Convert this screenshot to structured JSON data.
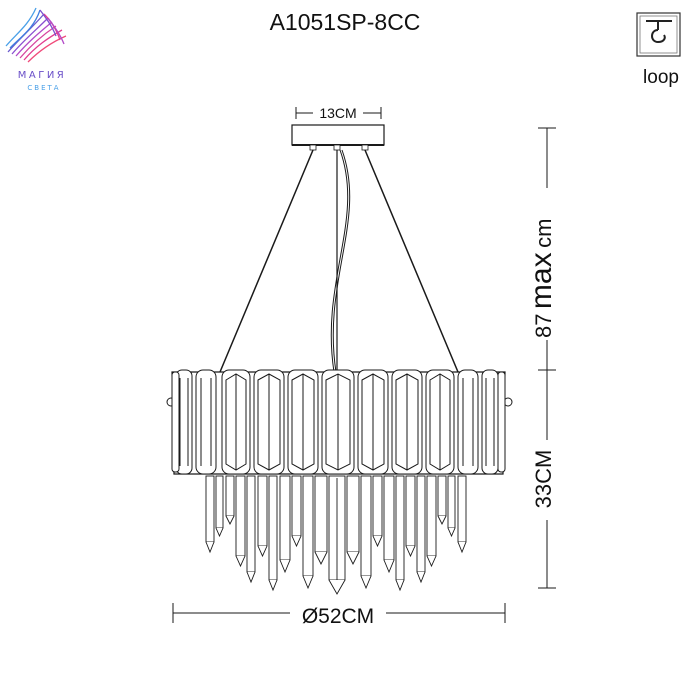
{
  "title": "A1051SP-8CC",
  "brand": {
    "name": "МАГИЯ",
    "sub": "СВЕТА"
  },
  "mount": {
    "label": "loop",
    "icon": "hook-loop-icon"
  },
  "dimensions": {
    "canopy_width": "13CM",
    "drop_height": "87 max cm",
    "drop_number": "87",
    "drop_max": "max",
    "drop_unit": "cm",
    "body_height": "33CM",
    "diameter": "Ø52CM"
  },
  "colors": {
    "line": "#1a1a1a",
    "brand_pink": "#e23d8f",
    "brand_purple": "#7b4fd0",
    "brand_blue": "#3f7fe0"
  }
}
